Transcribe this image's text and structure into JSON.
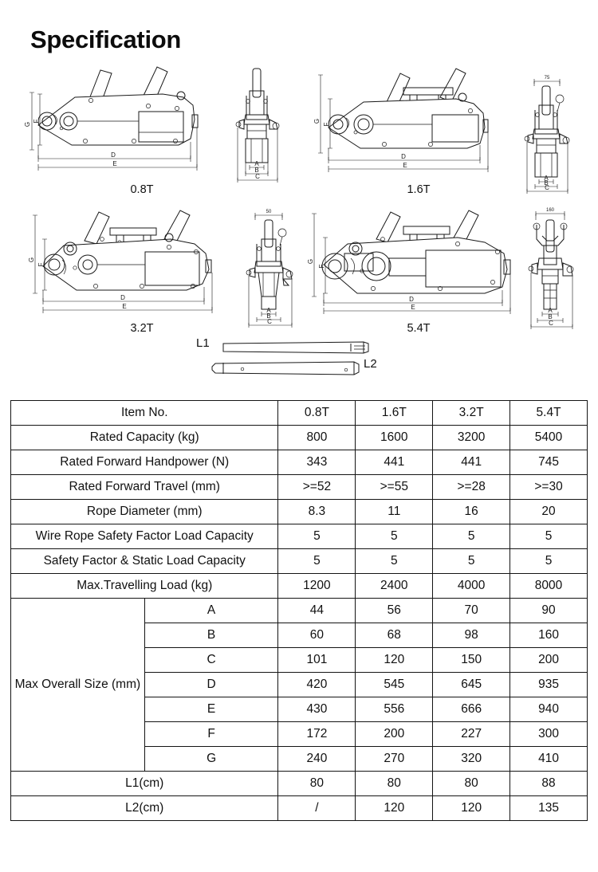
{
  "document": {
    "title": "Specification",
    "type": "product-specification-sheet",
    "product": "wire rope pulling hoist / cable puller"
  },
  "drawings": {
    "figures": [
      {
        "model": "0.8T",
        "side_view_dims": [
          "G",
          "F",
          "D",
          "E"
        ],
        "end_view_dims": [
          "A",
          "B",
          "C"
        ],
        "end_view_top_dim": ""
      },
      {
        "model": "1.6T",
        "side_view_dims": [
          "G",
          "F",
          "D",
          "E"
        ],
        "end_view_dims": [
          "A",
          "B",
          "C"
        ],
        "end_view_top_dim": "75"
      },
      {
        "model": "3.2T",
        "side_view_dims": [
          "G",
          "F",
          "D",
          "E"
        ],
        "end_view_dims": [
          "A",
          "B",
          "C"
        ],
        "end_view_top_dim": "50"
      },
      {
        "model": "5.4T",
        "side_view_dims": [
          "G",
          "F",
          "D",
          "E"
        ],
        "end_view_dims": [
          "A",
          "B",
          "C"
        ],
        "end_view_top_dim": "160"
      }
    ],
    "handles": [
      {
        "label": "L1",
        "position": "left"
      },
      {
        "label": "L2",
        "position": "right"
      }
    ]
  },
  "table": {
    "header": {
      "item_label": "Item No.",
      "models": [
        "0.8T",
        "1.6T",
        "3.2T",
        "5.4T"
      ]
    },
    "rows": [
      {
        "label": "Rated Capacity (kg)",
        "values": [
          "800",
          "1600",
          "3200",
          "5400"
        ]
      },
      {
        "label": "Rated Forward Handpower (N)",
        "values": [
          "343",
          "441",
          "441",
          "745"
        ]
      },
      {
        "label": "Rated Forward Travel (mm)",
        "values": [
          ">=52",
          ">=55",
          ">=28",
          ">=30"
        ]
      },
      {
        "label": "Rope Diameter (mm)",
        "values": [
          "8.3",
          "11",
          "16",
          "20"
        ]
      },
      {
        "label": "Wire Rope Safety Factor Load Capacity",
        "values": [
          "5",
          "5",
          "5",
          "5"
        ]
      },
      {
        "label": "Safety Factor & Static Load Capacity",
        "values": [
          "5",
          "5",
          "5",
          "5"
        ]
      },
      {
        "label": "Max.Travelling Load (kg)",
        "values": [
          "1200",
          "2400",
          "4000",
          "8000"
        ]
      }
    ],
    "overall_size": {
      "label": "Max Overall Size (mm)",
      "sub_rows": [
        {
          "letter": "A",
          "values": [
            "44",
            "56",
            "70",
            "90"
          ]
        },
        {
          "letter": "B",
          "values": [
            "60",
            "68",
            "98",
            "160"
          ]
        },
        {
          "letter": "C",
          "values": [
            "101",
            "120",
            "150",
            "200"
          ]
        },
        {
          "letter": "D",
          "values": [
            "420",
            "545",
            "645",
            "935"
          ]
        },
        {
          "letter": "E",
          "values": [
            "430",
            "556",
            "666",
            "940"
          ]
        },
        {
          "letter": "F",
          "values": [
            "172",
            "200",
            "227",
            "300"
          ]
        },
        {
          "letter": "G",
          "values": [
            "240",
            "270",
            "320",
            "410"
          ]
        }
      ]
    },
    "footer_rows": [
      {
        "label": "L1(cm)",
        "values": [
          "80",
          "80",
          "80",
          "88"
        ]
      },
      {
        "label": "L2(cm)",
        "values": [
          "/",
          "120",
          "120",
          "135"
        ]
      }
    ]
  },
  "colors": {
    "ink": "#111111",
    "background": "#ffffff",
    "line": "#1a1a1a"
  }
}
